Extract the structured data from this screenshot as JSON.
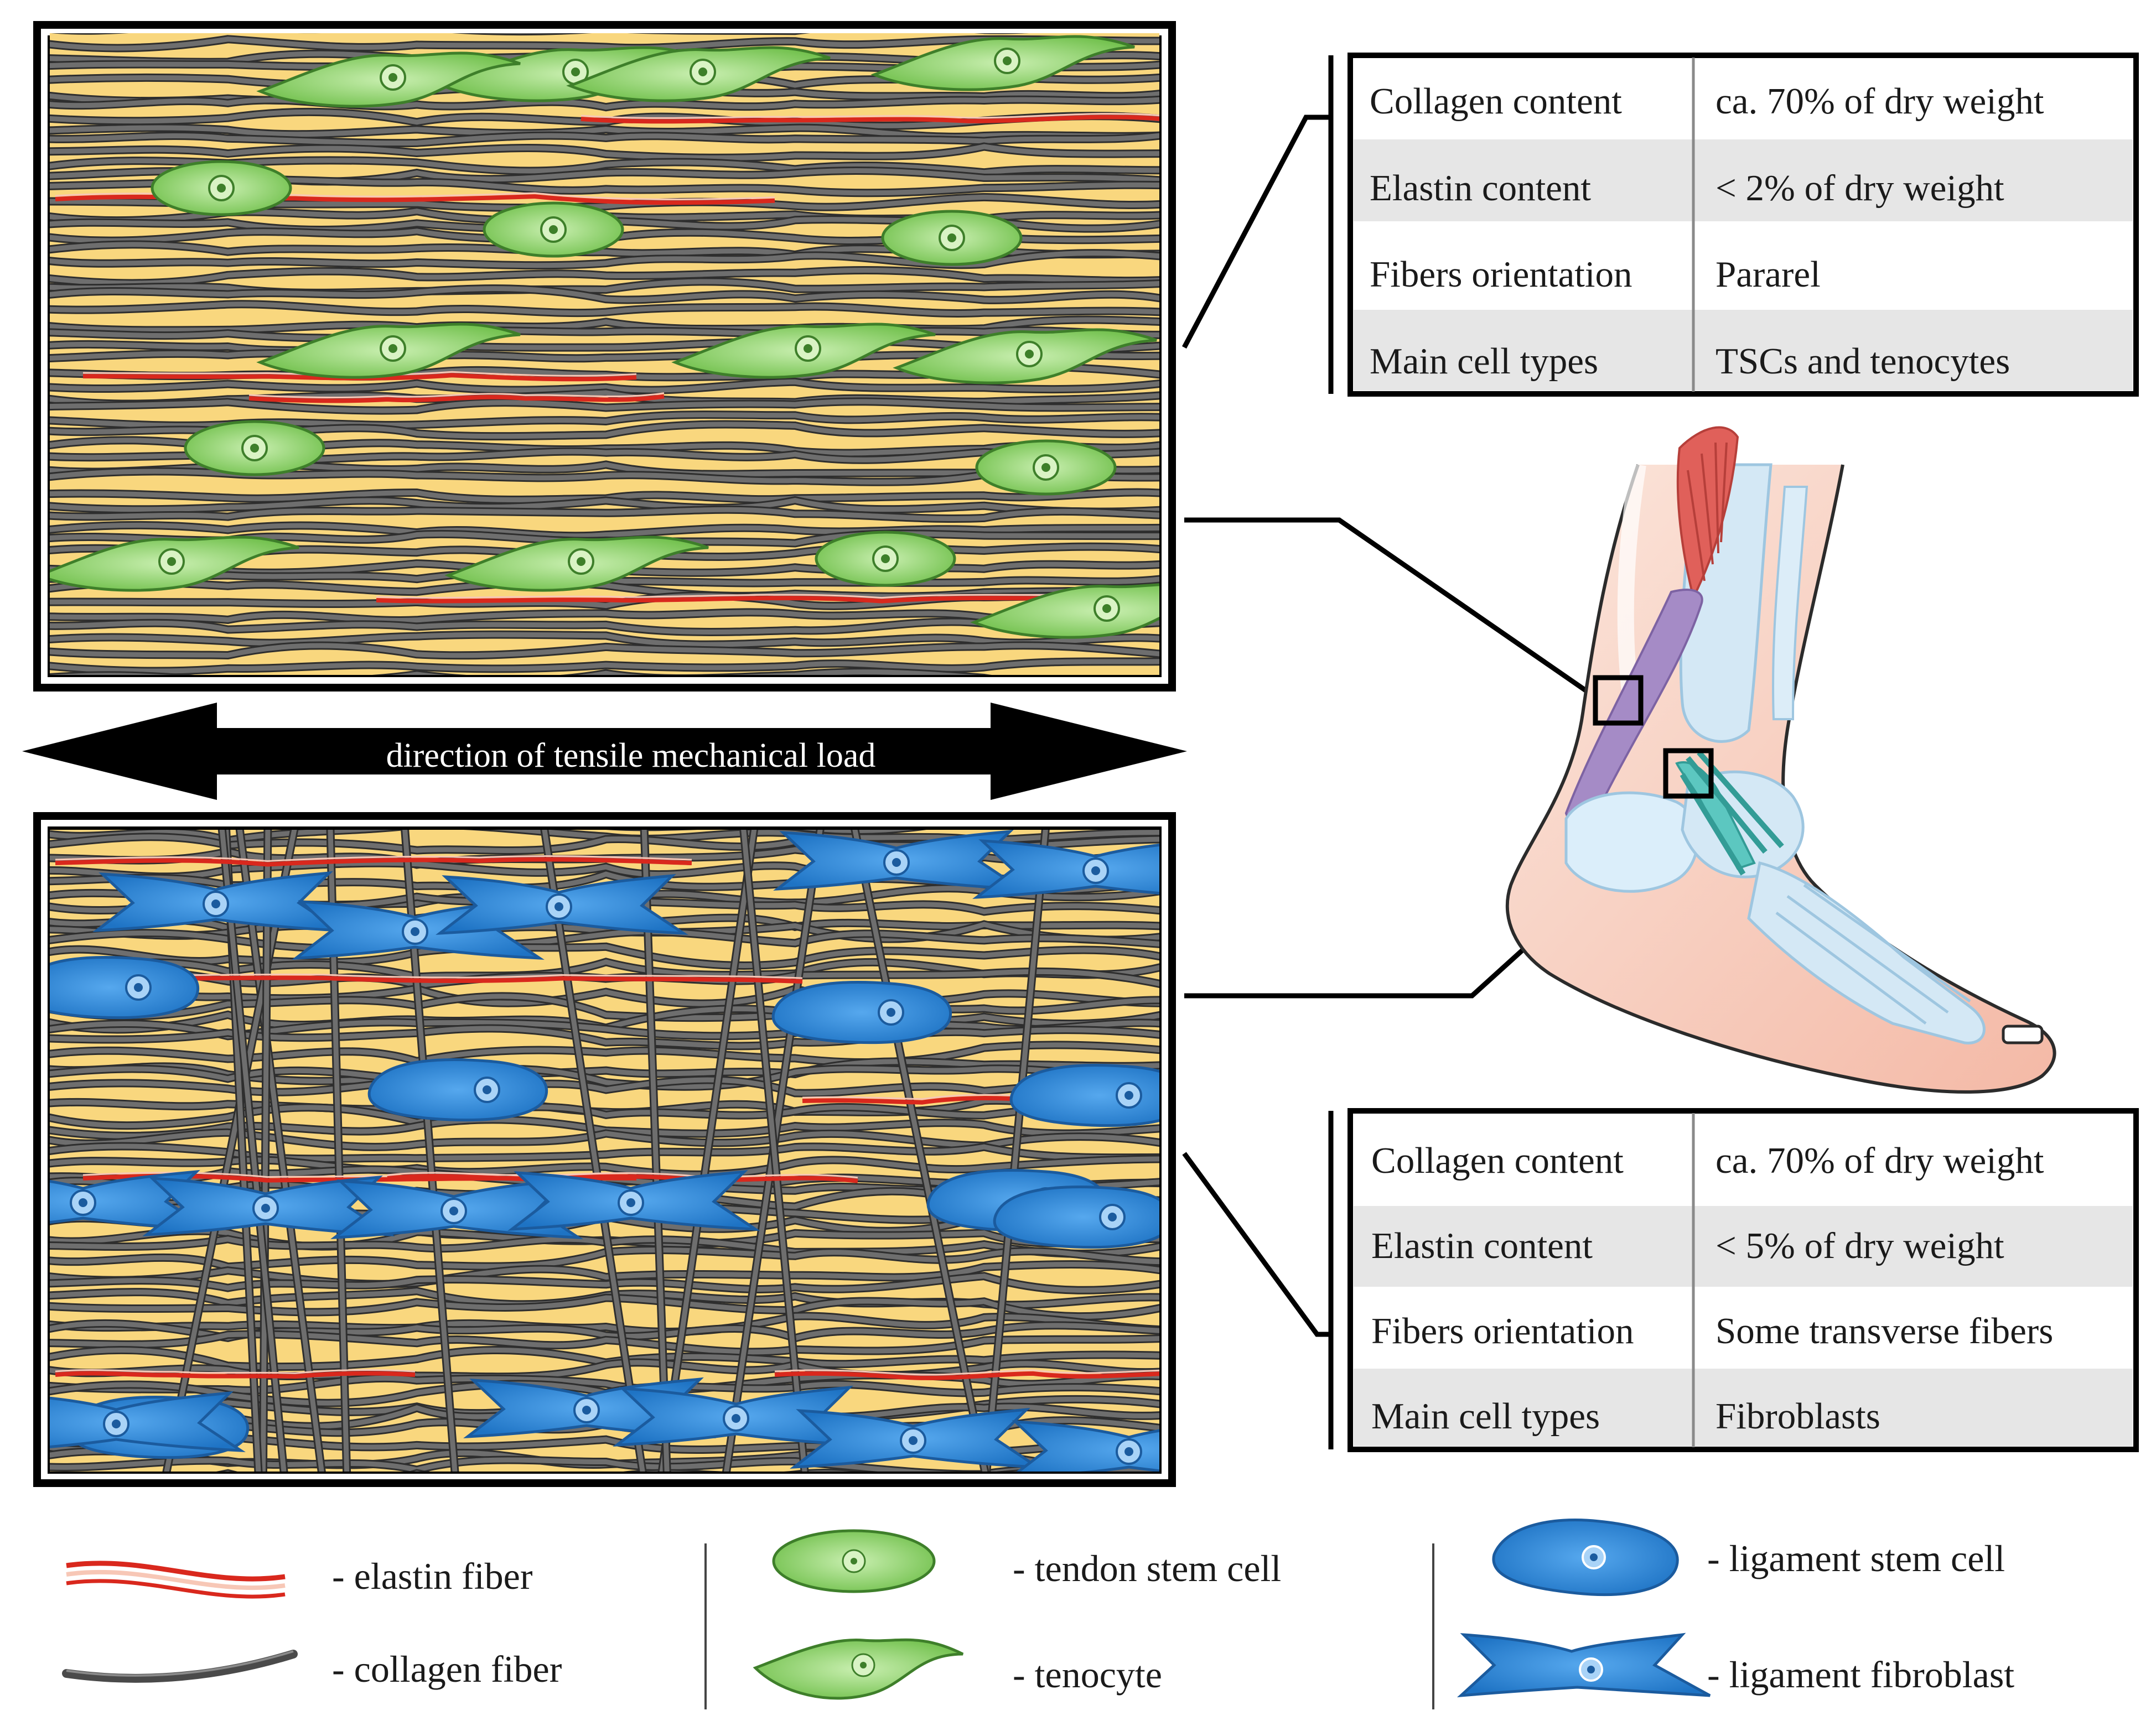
{
  "arrow": {
    "label": "direction of tensile mechanical load"
  },
  "tables": {
    "tendon": {
      "rows": [
        {
          "property": "Collagen content",
          "value": "ca. 70% of dry weight"
        },
        {
          "property": "Elastin content",
          "value": "< 2% of dry weight"
        },
        {
          "property": "Fibers orientation",
          "value": "Pararel"
        },
        {
          "property": "Main cell types",
          "value": "TSCs and tenocytes"
        }
      ]
    },
    "ligament": {
      "rows": [
        {
          "property": "Collagen content",
          "value": "ca. 70% of dry weight"
        },
        {
          "property": "Elastin content",
          "value": "< 5% of dry weight"
        },
        {
          "property": "Fibers orientation",
          "value": "Some transverse fibers"
        },
        {
          "property": "Main cell types",
          "value": "Fibroblasts"
        }
      ]
    }
  },
  "legend": {
    "elastin_fiber": "- elastin  fiber",
    "collagen_fiber": "- collagen  fiber",
    "tendon_stem_cell": "- tendon stem cell",
    "tenocyte": "- tenocyte",
    "ligament_stem_cell": "- ligament  stem cell",
    "ligament_fibroblast": "- ligament  fibroblast"
  },
  "colors": {
    "matrix_background": "#f9d77e",
    "collagen_fiber": "#4a4a4a",
    "elastin_fiber": "#d9281d",
    "tendon_cell": "#8fcf6b",
    "ligament_cell": "#2f86d3",
    "table_row_shaded": "#e6e6e6",
    "muscle": "#e0605a",
    "tendon_purple": "#a58bc6",
    "ligament_teal": "#5cc7c0",
    "bone": "#d4e8f5",
    "skin": "#f8d3c6"
  },
  "icons": [
    "double-arrow-icon",
    "foot-anatomy-icon",
    "tendon-cell-icon",
    "tenocyte-icon",
    "ligament-stem-cell-icon",
    "ligament-fibroblast-icon"
  ]
}
